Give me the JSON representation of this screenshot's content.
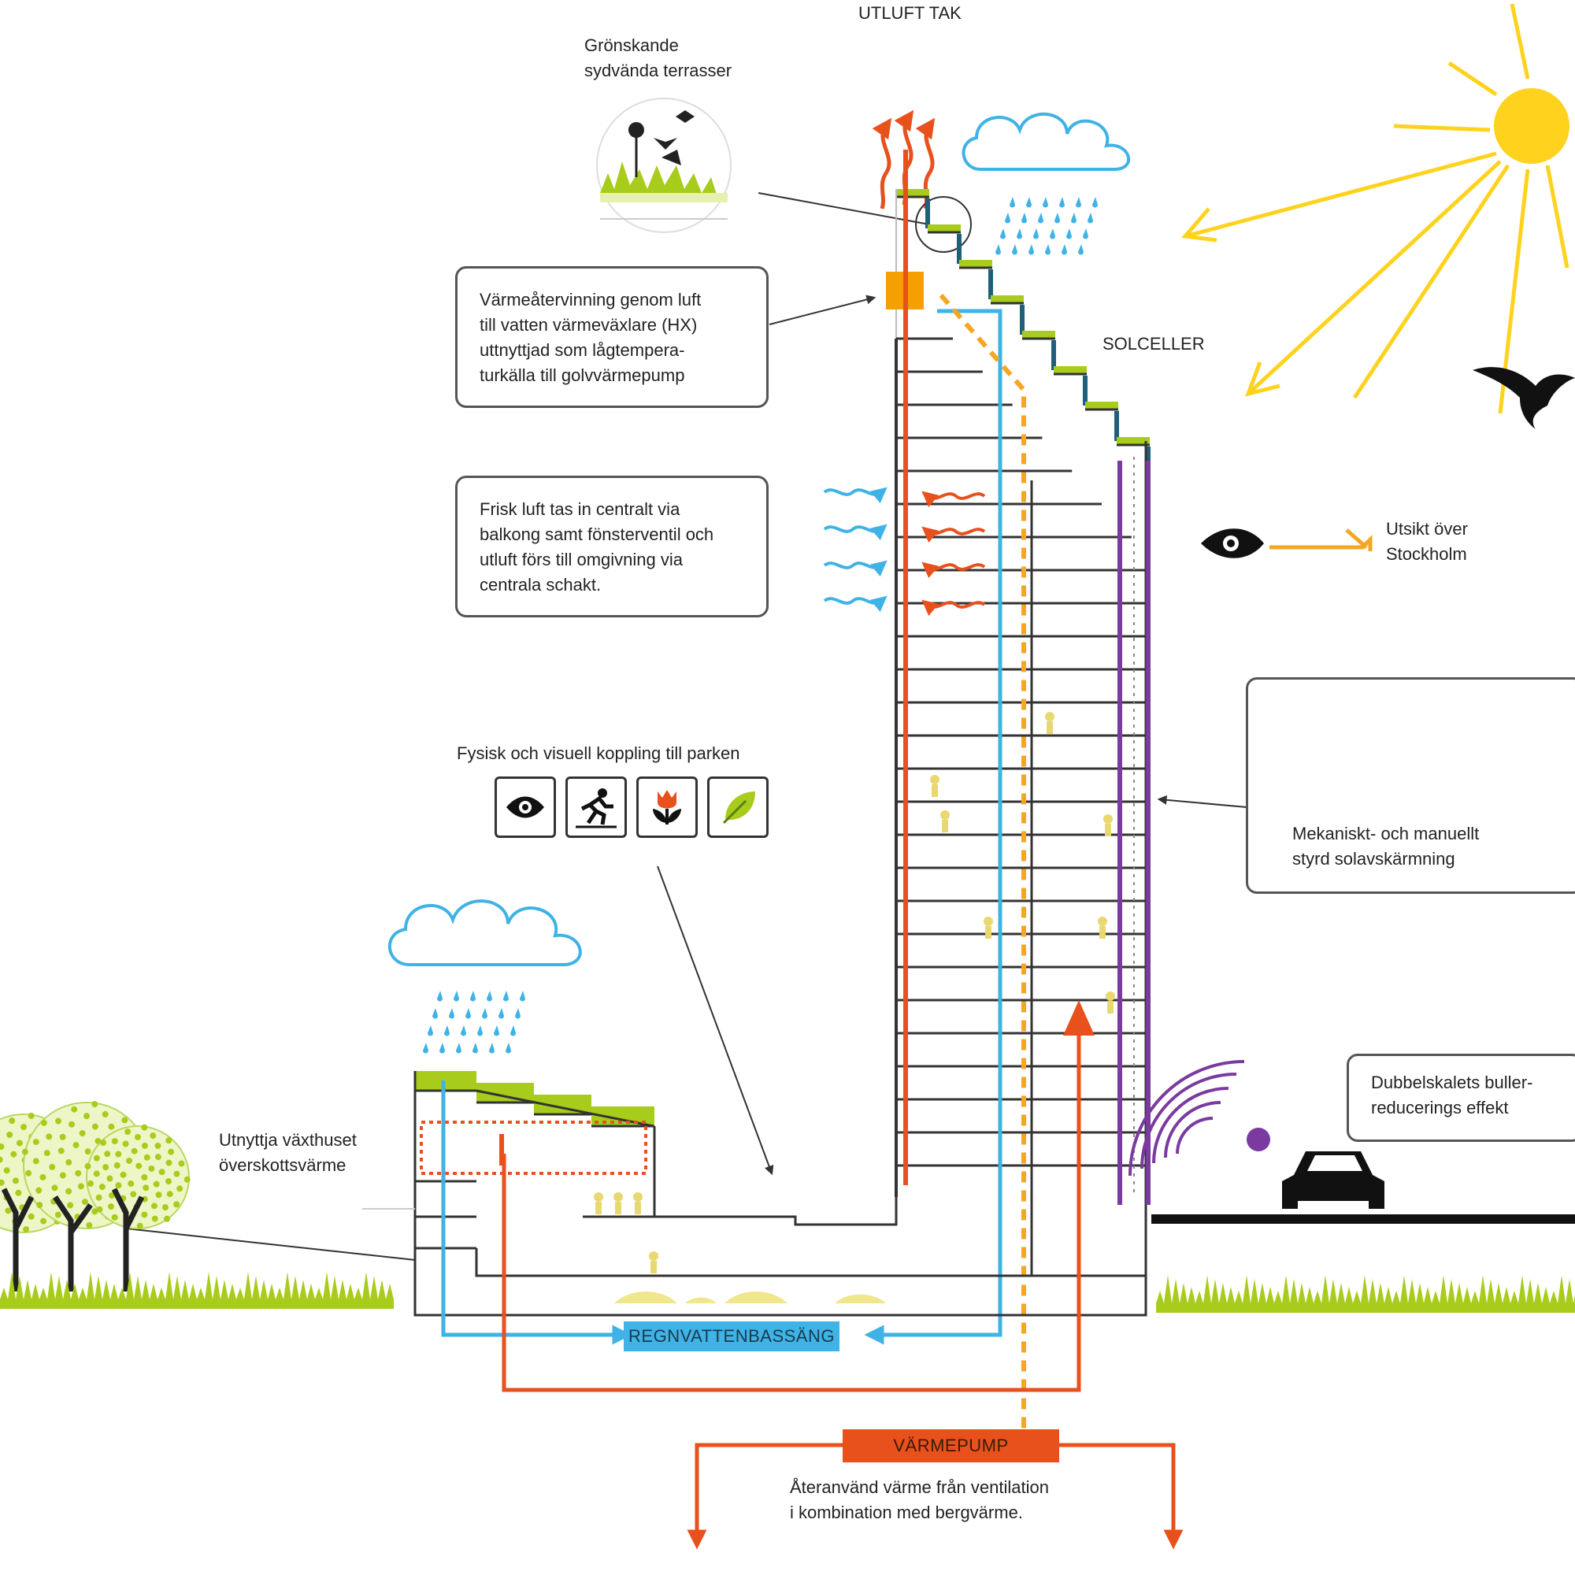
{
  "labels": {
    "roof_exhaust": "UTLUFT TAK",
    "terraces": "Grönskande\nsydvända terrasser",
    "solar_cells": "SOLCELLER",
    "heat_recovery": "Värmeåtervinning genom luft\ntill vatten värmeväxlare (HX)\nuttnyttjad som lågtempera-\nturkälla till golvvärmepump",
    "fresh_air": "Frisk luft tas in centralt via\nbalkong samt fönsterventil och\nutluft förs till omgivning via\ncentrala schakt.",
    "view": "Utsikt över\nStockholm",
    "park_connection": "Fysisk och visuell koppling till parken",
    "shading": "Mekaniskt- och manuellt\nstyrd solavskärmning",
    "noise": "Dubbelskalets buller-\nreducerings effekt",
    "greenhouse": "Utnyttja växthuset\növerskottsvärme",
    "rainwater": "REGNVATTENBASSÄNG",
    "heat_pump": "VÄRMEPUMP",
    "reuse_heat": "Återanvänd värme från ventilation\ni kombination med bergvärme."
  },
  "icons": [
    "eye-icon",
    "running-person-icon",
    "tulip-icon",
    "leaf-icon"
  ],
  "colors": {
    "orange": "#e8501c",
    "dashed_orange": "#f5a623",
    "blue": "#3fb2e6",
    "green": "#a8cc1c",
    "purple": "#7a3aa0",
    "sun": "#ffd21e",
    "heat_box": "#f5a000"
  }
}
